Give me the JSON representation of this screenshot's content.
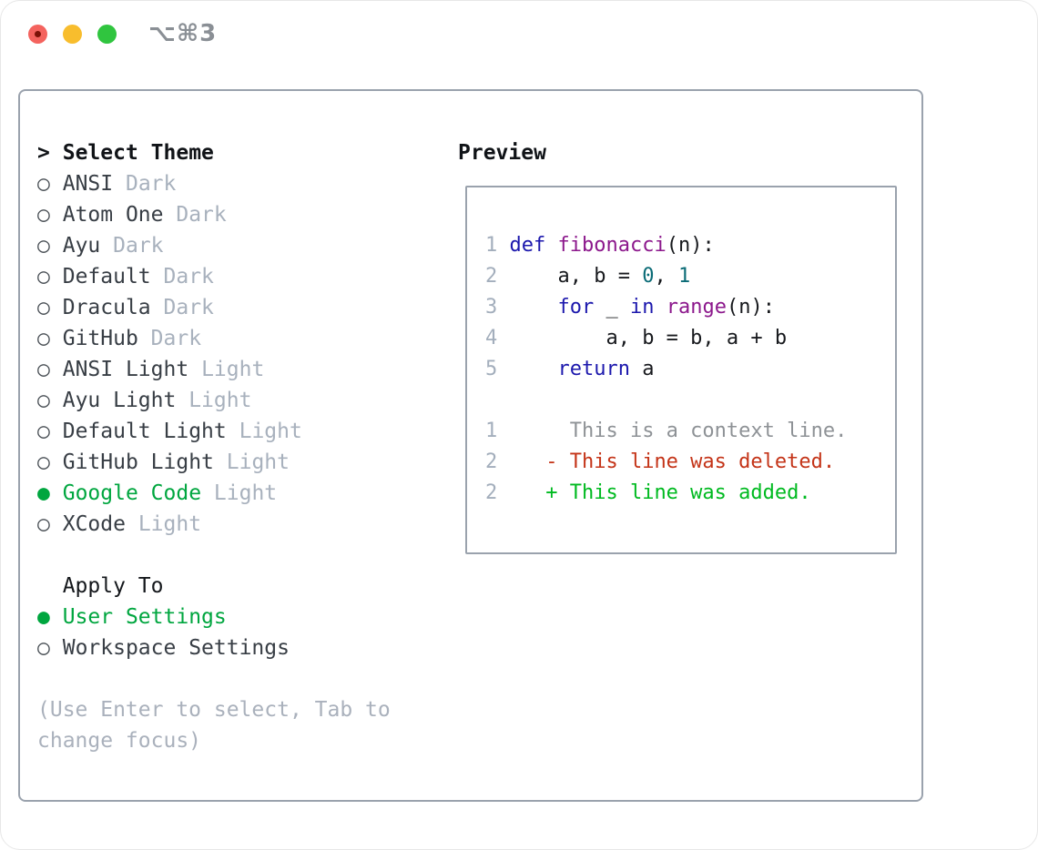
{
  "window": {
    "title": "⌥⌘3",
    "traffic_lights": [
      {
        "name": "close",
        "color": "#f4635e",
        "dot_color": "#7c1207"
      },
      {
        "name": "minimize",
        "color": "#f8bd2d"
      },
      {
        "name": "zoom",
        "color": "#30c53f"
      }
    ]
  },
  "theme_picker": {
    "prompt": ">",
    "title": "Select Theme",
    "radio_unselected_glyph": "○",
    "radio_selected_glyph": "●",
    "items": [
      {
        "label": "ANSI",
        "variant": "Dark",
        "selected": false
      },
      {
        "label": "Atom One",
        "variant": "Dark",
        "selected": false
      },
      {
        "label": "Ayu",
        "variant": "Dark",
        "selected": false
      },
      {
        "label": "Default",
        "variant": "Dark",
        "selected": false
      },
      {
        "label": "Dracula",
        "variant": "Dark",
        "selected": false
      },
      {
        "label": "GitHub",
        "variant": "Dark",
        "selected": false
      },
      {
        "label": "ANSI Light",
        "variant": "Light",
        "selected": false
      },
      {
        "label": "Ayu Light",
        "variant": "Light",
        "selected": false
      },
      {
        "label": "Default Light",
        "variant": "Light",
        "selected": false
      },
      {
        "label": "GitHub Light",
        "variant": "Light",
        "selected": false
      },
      {
        "label": "Google Code",
        "variant": "Light",
        "selected": true
      },
      {
        "label": "XCode",
        "variant": "Light",
        "selected": false
      }
    ]
  },
  "apply_to": {
    "title": "Apply To",
    "options": [
      {
        "label": "User Settings",
        "selected": true
      },
      {
        "label": "Workspace Settings",
        "selected": false
      }
    ]
  },
  "hint_lines": [
    "(Use Enter to select, Tab to",
    "change focus)"
  ],
  "preview": {
    "title": "Preview",
    "lines": [
      [
        [
          "num",
          "1"
        ],
        [
          "plain",
          " "
        ],
        [
          "kw",
          "def"
        ],
        [
          "plain",
          " "
        ],
        [
          "fn",
          "fibonacci"
        ],
        [
          "plain",
          "(n):"
        ]
      ],
      [
        [
          "num",
          "2"
        ],
        [
          "plain",
          "     a, b = "
        ],
        [
          "lit",
          "0"
        ],
        [
          "plain",
          ", "
        ],
        [
          "lit",
          "1"
        ]
      ],
      [
        [
          "num",
          "3"
        ],
        [
          "plain",
          "     "
        ],
        [
          "kw",
          "for"
        ],
        [
          "plain",
          " _ "
        ],
        [
          "kw",
          "in"
        ],
        [
          "plain",
          " "
        ],
        [
          "fn",
          "range"
        ],
        [
          "plain",
          "(n):"
        ]
      ],
      [
        [
          "num",
          "4"
        ],
        [
          "plain",
          "         a, b = b, a + b"
        ]
      ],
      [
        [
          "num",
          "5"
        ],
        [
          "plain",
          "     "
        ],
        [
          "kw",
          "return"
        ],
        [
          "plain",
          " a"
        ]
      ],
      [],
      [
        [
          "num",
          "1"
        ],
        [
          "ctx",
          "      This is a context line."
        ]
      ],
      [
        [
          "num",
          "2"
        ],
        [
          "plain",
          "    "
        ],
        [
          "del",
          "- This line was deleted."
        ]
      ],
      [
        [
          "num",
          "2"
        ],
        [
          "plain",
          "    "
        ],
        [
          "add",
          "+ This line was added."
        ]
      ]
    ]
  },
  "colors": {
    "accent_green": "#00a63f",
    "panel_border": "#9aa2ad",
    "syntax_keyword": "#1c18ad",
    "syntax_function": "#8c188c",
    "syntax_literal": "#0a6b76",
    "syntax_plain": "#17191d",
    "line_number": "#a3aebc",
    "diff_context": "#8e9296",
    "diff_deleted": "#c43418",
    "diff_added": "#00ba20"
  }
}
